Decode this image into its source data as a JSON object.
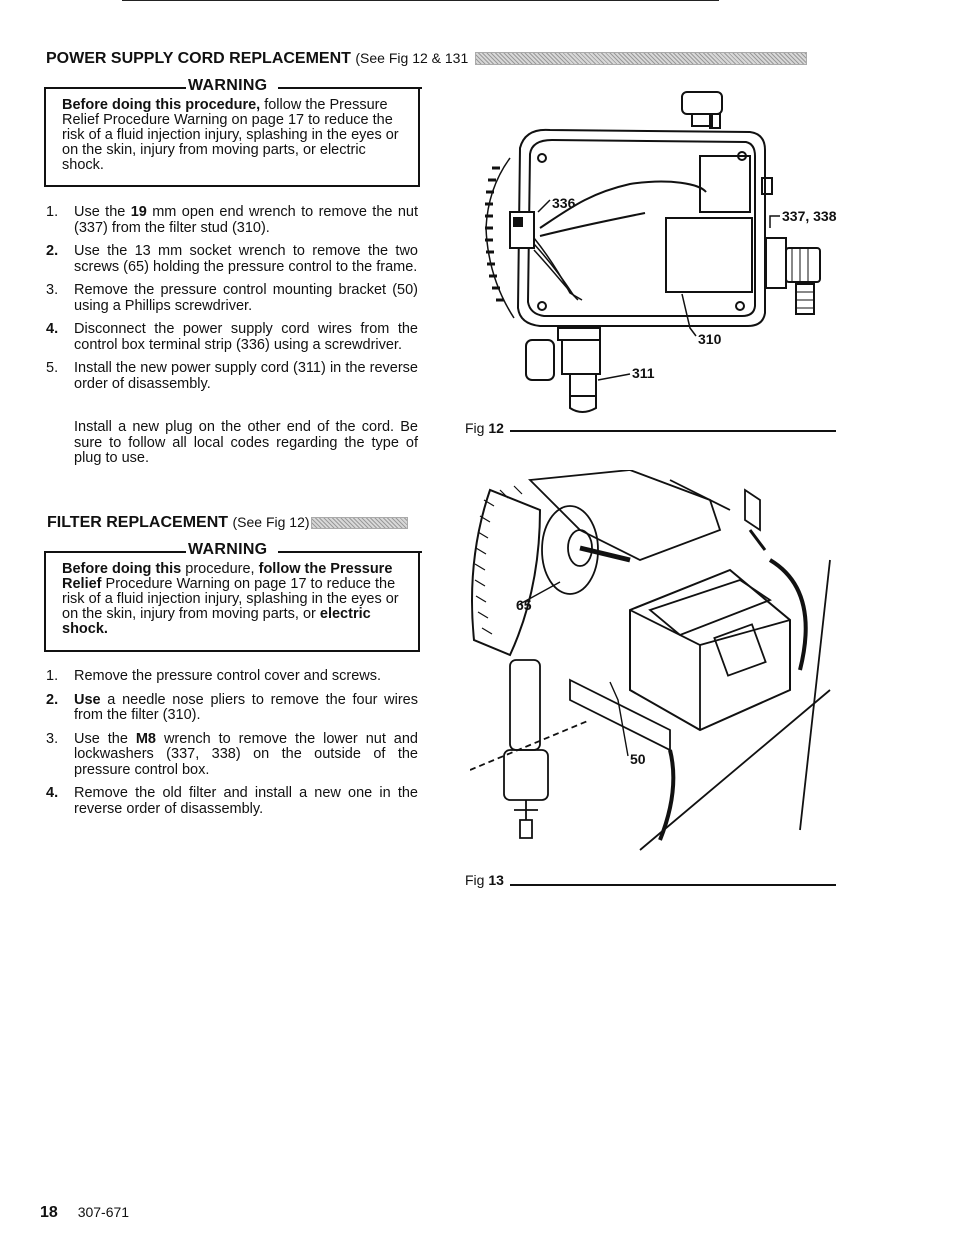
{
  "section1": {
    "title": "POWER SUPPLY CORD REPLACEMENT",
    "subtitle": "(See Fig 12 & 131",
    "warning": {
      "heading": "WARNING",
      "lead": "Before doing this procedure,",
      "body": "follow the Pressure Relief Procedure Warning on page 17 to reduce the risk of a fluid injection injury, splashing in the eyes or on the skin, injury from moving parts, or electric shock."
    },
    "steps": [
      {
        "num": "1.",
        "pre": "Use the ",
        "strong": "19",
        "text": " mm open end wrench to remove the nut (337) from the filter stud (310)."
      },
      {
        "num": "2.",
        "pre": "",
        "strong": "",
        "text": "Use the 13 mm socket wrench to remove the two screws (65) holding the pressure control to the frame."
      },
      {
        "num": "3.",
        "pre": "",
        "strong": "",
        "text": "Remove the pressure control mounting bracket (50) using a Phillips screwdriver."
      },
      {
        "num": "4.",
        "pre": "",
        "strong": "",
        "text": "Disconnect the power supply cord wires from the control box terminal strip (336) using a screwdriver."
      },
      {
        "num": "5.",
        "pre": "",
        "strong": "",
        "text": "Install the new power supply cord (311) in the reverse order of disassembly."
      }
    ],
    "note": "Install a new plug on the other end of the cord. Be sure to follow all local codes regarding the type of plug to use."
  },
  "section2": {
    "title": "FILTER REPLACEMENT",
    "subtitle": "(See Fig 12)",
    "warning": {
      "heading": "WARNING",
      "lead": "Before doing this",
      "mid": "procedure,",
      "lead2": "follow the Pressure Relief",
      "body": "Procedure Warning on page 17 to reduce the risk of a fluid injection injury, splashing in the eyes or on the skin, injury from moving parts, or",
      "tail": "electric shock."
    },
    "steps": [
      {
        "num": "1.",
        "pre": "",
        "strong": "",
        "text": "Remove the pressure control cover and screws."
      },
      {
        "num": "2.",
        "pre": "",
        "strong": "Use",
        "text": " a needle nose pliers to remove the four wires from the filter (310)."
      },
      {
        "num": "3.",
        "pre": "Use the ",
        "strong": "M8",
        "text": " wrench to remove the lower nut and lockwashers (337, 338) on the outside of the pressure control box."
      },
      {
        "num": "4.",
        "pre": "",
        "strong": "",
        "text": "Remove the old filter and install a new one in the reverse order of disassembly."
      }
    ]
  },
  "fig12": {
    "caption_label": "Fig",
    "caption_num": "12",
    "callouts": [
      "336",
      "337, 338",
      "310",
      "311"
    ]
  },
  "fig13": {
    "caption_label": "Fig",
    "caption_num": "13",
    "callouts": [
      "65",
      "50"
    ]
  },
  "footer": {
    "page": "18",
    "doc": "307-671"
  }
}
